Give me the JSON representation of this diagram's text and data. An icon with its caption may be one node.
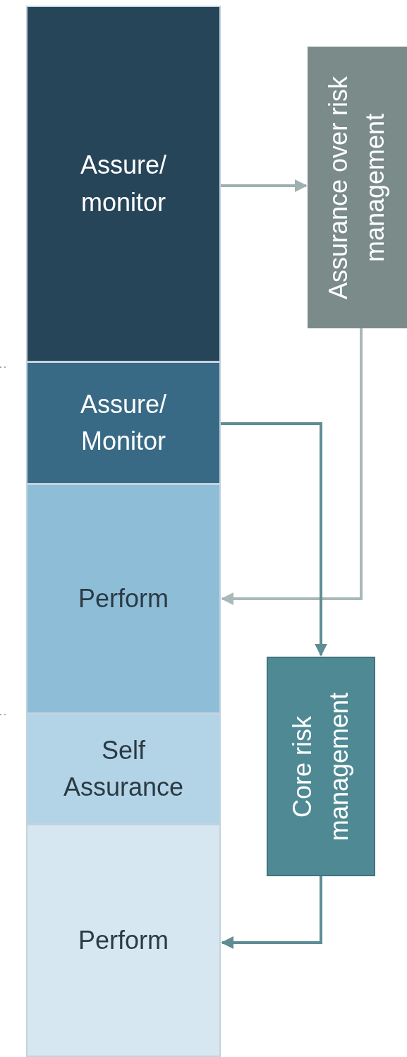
{
  "diagram": {
    "nodes": [
      {
        "text": [
          "Assure/ monitor"
        ]
      },
      {
        "text": [
          "Assure/ Monitor"
        ]
      },
      {
        "text": [
          "Perform"
        ]
      },
      {
        "text": [
          "Self Assurance"
        ]
      },
      {
        "text": [
          "Perform"
        ]
      },
      {
        "text": [
          "Assurance over risk management"
        ]
      },
      {
        "text": [
          "Core risk management"
        ]
      }
    ],
    "edges": [
      {
        "from": 0,
        "to": 5,
        "arrow": "to",
        "color": "#9fb0b0"
      },
      {
        "from": 5,
        "to": 2,
        "arrow": "to",
        "color": "#a9b8b8"
      },
      {
        "from": 1,
        "to": 6,
        "arrow": "to",
        "color": "#5f8d93"
      },
      {
        "from": 6,
        "to": 4,
        "arrow": "to",
        "color": "#5f8d93"
      }
    ]
  }
}
